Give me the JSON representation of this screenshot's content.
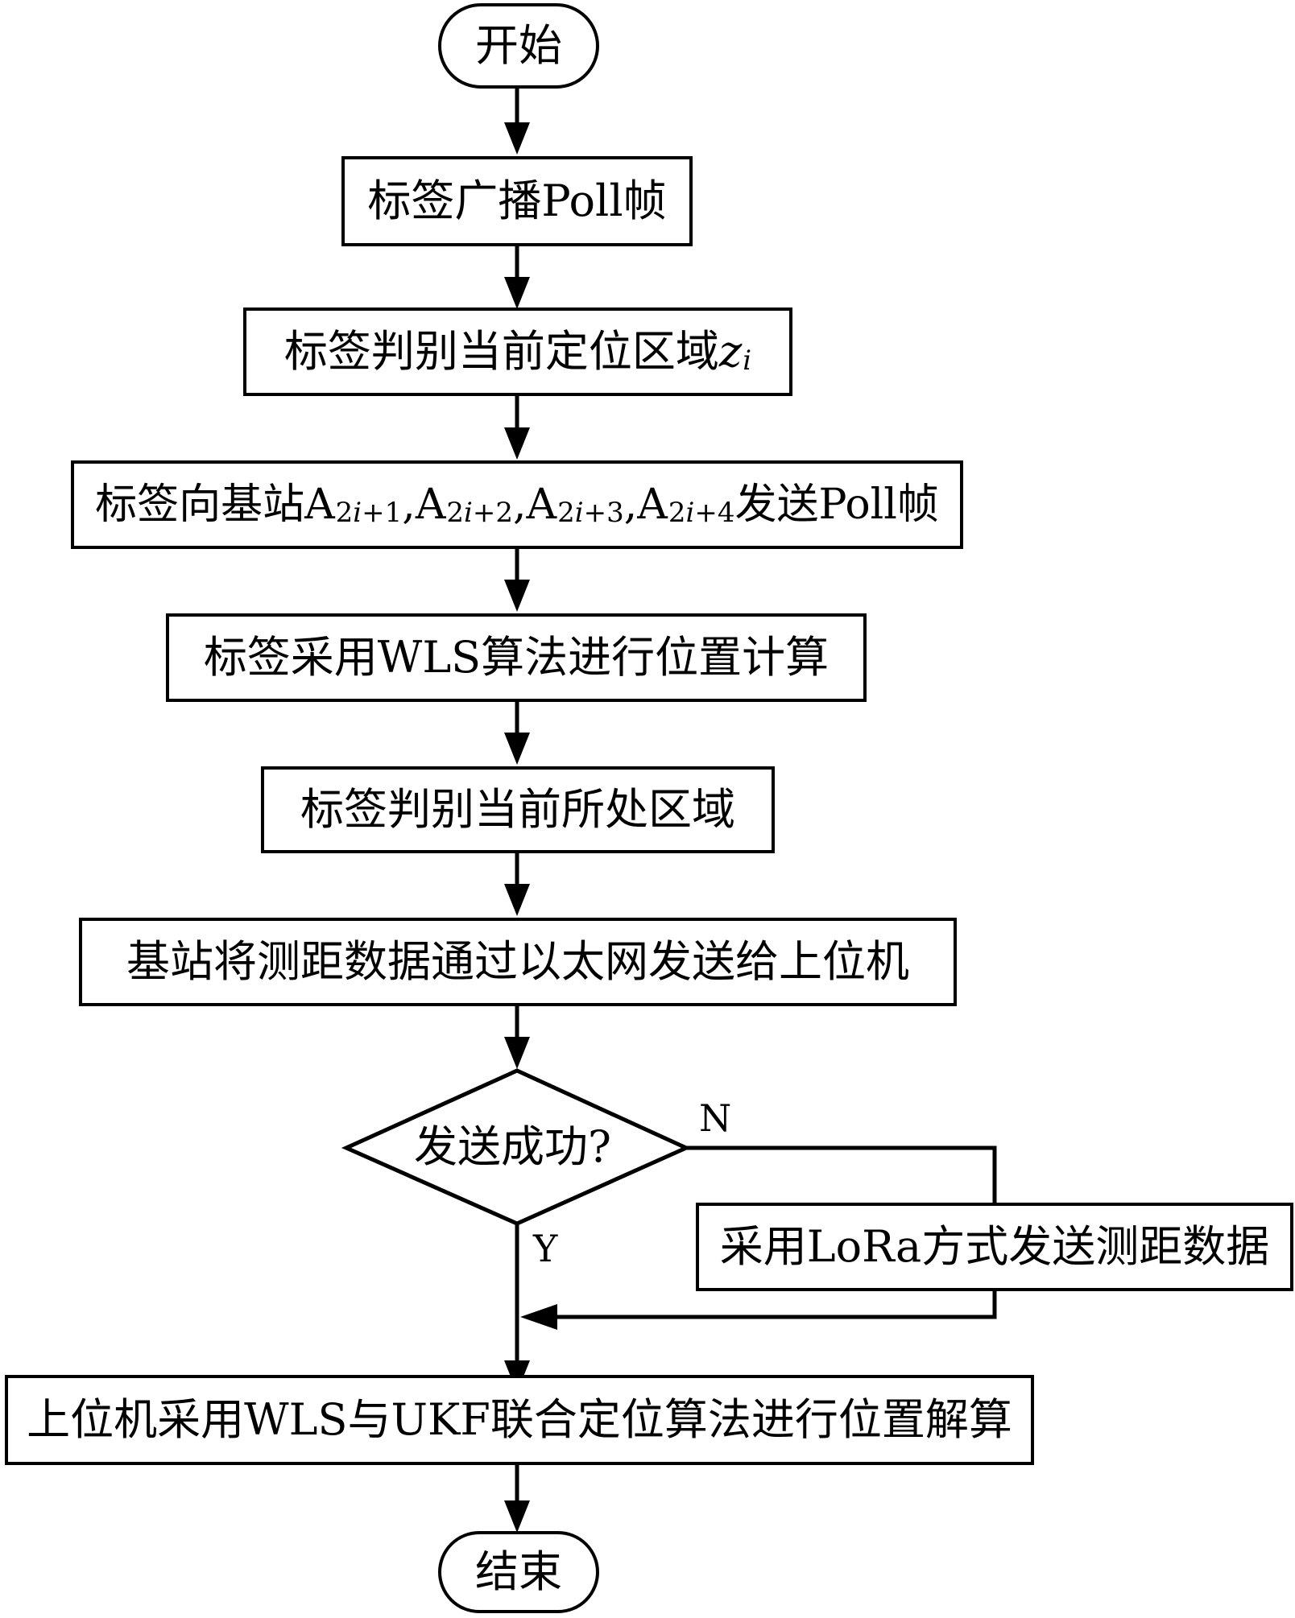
{
  "flowchart": {
    "start": "开始",
    "steps": [
      {
        "text": "标签广播Poll帧"
      },
      {
        "pre": "标签判别当前定位区域",
        "var": "z",
        "sub": "i"
      },
      {
        "pre": "标签向基站",
        "anchors": [
          {
            "letter": "A",
            "n": "2",
            "i": "i",
            "rest": "+1"
          },
          {
            "letter": "A",
            "n": "2",
            "i": "i",
            "rest": "+2"
          },
          {
            "letter": "A",
            "n": "2",
            "i": "i",
            "rest": "+3"
          },
          {
            "letter": "A",
            "n": "2",
            "i": "i",
            "rest": "+4"
          }
        ],
        "separator": ",",
        "post": "发送Poll帧"
      },
      {
        "text": "标签采用WLS算法进行位置计算"
      },
      {
        "text": "标签判别当前所处区域"
      },
      {
        "text": "基站将测距数据通过以太网发送给上位机"
      }
    ],
    "decision": "发送成功?",
    "no_label": "N",
    "yes_label": "Y",
    "fallback": "采用LoRa方式发送测距数据",
    "final_step": "上位机采用WLS与UKF联合定位算法进行位置解算",
    "end": "结束"
  }
}
